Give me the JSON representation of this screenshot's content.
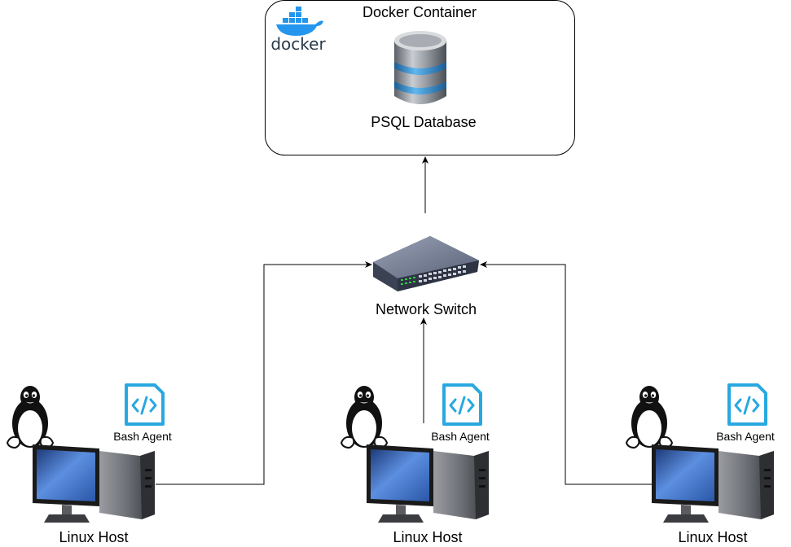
{
  "container": {
    "title": "Docker Container",
    "logo_text": "docker"
  },
  "database": {
    "label": "PSQL Database"
  },
  "switch": {
    "label": "Network Switch"
  },
  "hosts": [
    {
      "label": "Linux Host",
      "agent_label": "Bash Agent"
    },
    {
      "label": "Linux Host",
      "agent_label": "Bash Agent"
    },
    {
      "label": "Linux Host",
      "agent_label": "Bash Agent"
    }
  ],
  "colors": {
    "docker_blue": "#2496ed",
    "code_icon": "#29a8e0",
    "monitor_blue": "#3a64b5",
    "db_stripe": "#2a87c8",
    "switch_body": "#4a5266",
    "switch_led": "#2ecc40"
  }
}
